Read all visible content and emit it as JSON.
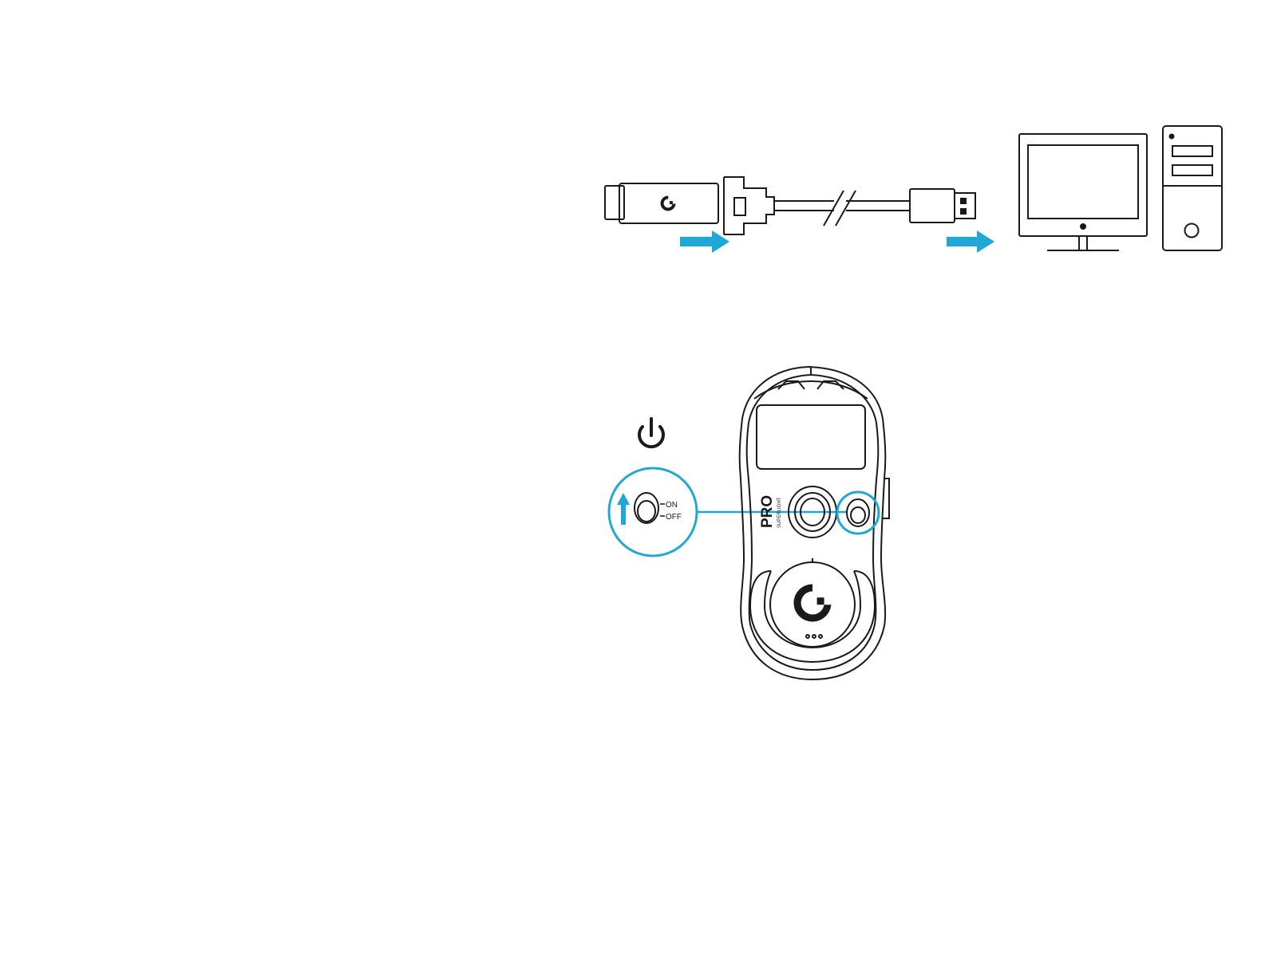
{
  "colors": {
    "accent": "#1ea8d8",
    "line": "#1a1a1a",
    "background": "#ffffff"
  },
  "connection_step": {
    "receiver": {
      "logo_icon": "logitech-g-icon"
    },
    "cable_break_icon": "double-slash-icon",
    "arrow_icon": "arrow-right-icon",
    "computer": {
      "monitor_icon": "monitor-icon",
      "tower_icon": "pc-tower-icon"
    }
  },
  "power_step": {
    "power_icon": "power-icon",
    "switch_callout": {
      "on_label": "ON",
      "off_label": "OFF",
      "arrow_icon": "arrow-up-icon"
    },
    "mouse": {
      "brand_label": "PRO",
      "model_label": "SUPERLIGHT",
      "logo_icon": "logitech-g-icon"
    }
  }
}
